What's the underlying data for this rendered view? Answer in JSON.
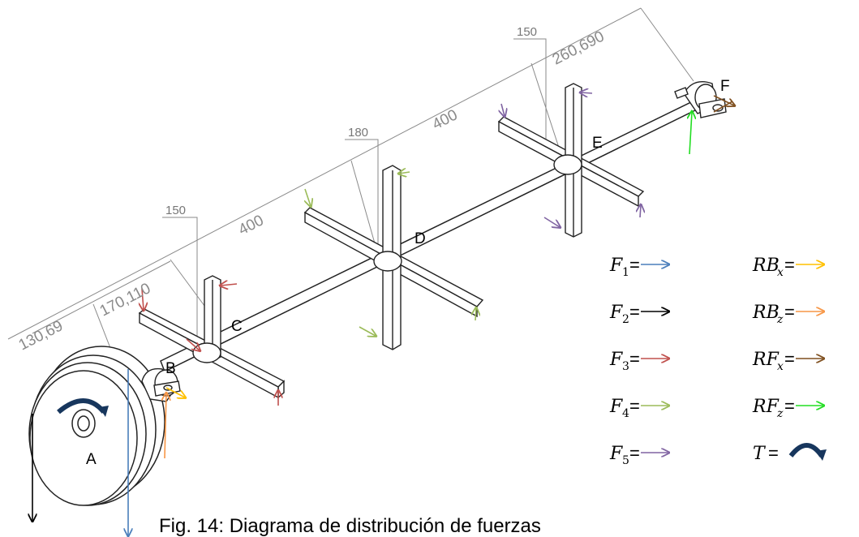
{
  "dimensions": {
    "d_130": "130,69",
    "d_170": "170,110",
    "d_400a": "400",
    "d_400b": "400",
    "d_260": "260,690",
    "d_150a": "150",
    "d_180": "180",
    "d_150b": "150"
  },
  "points": {
    "A": "A",
    "B": "B",
    "C": "C",
    "D": "D",
    "E": "E",
    "F": "F"
  },
  "legend": {
    "items": [
      {
        "main": "F",
        "sub": "1",
        "eq": "=",
        "color": "#4a7ebb",
        "kind": "arrow"
      },
      {
        "main": "F",
        "sub": "2",
        "eq": "=",
        "color": "#000000",
        "kind": "arrow"
      },
      {
        "main": "F",
        "sub": "3",
        "eq": "=",
        "color": "#c0504d",
        "kind": "arrow"
      },
      {
        "main": "F",
        "sub": "4",
        "eq": "=",
        "color": "#9bbb59",
        "kind": "arrow"
      },
      {
        "main": "F",
        "sub": "5",
        "eq": "=",
        "color": "#8064a2",
        "kind": "arrow"
      },
      {
        "main": "RB",
        "sub": "x",
        "eq": "=",
        "color": "#ffc000",
        "kind": "arrow"
      },
      {
        "main": "RB",
        "sub": "z",
        "eq": "=",
        "color": "#f79646",
        "kind": "arrow"
      },
      {
        "main": "RF",
        "sub": "x",
        "eq": "=",
        "color": "#7f4f1f",
        "kind": "arrow"
      },
      {
        "main": "RF",
        "sub": "z",
        "eq": "=",
        "color": "#22dd22",
        "kind": "arrow"
      },
      {
        "main": "T",
        "sub": "",
        "eq": "=",
        "color": "#17365d",
        "kind": "torque"
      }
    ]
  },
  "caption": "Fig. 14: Diagrama de distribución de fuerzas"
}
